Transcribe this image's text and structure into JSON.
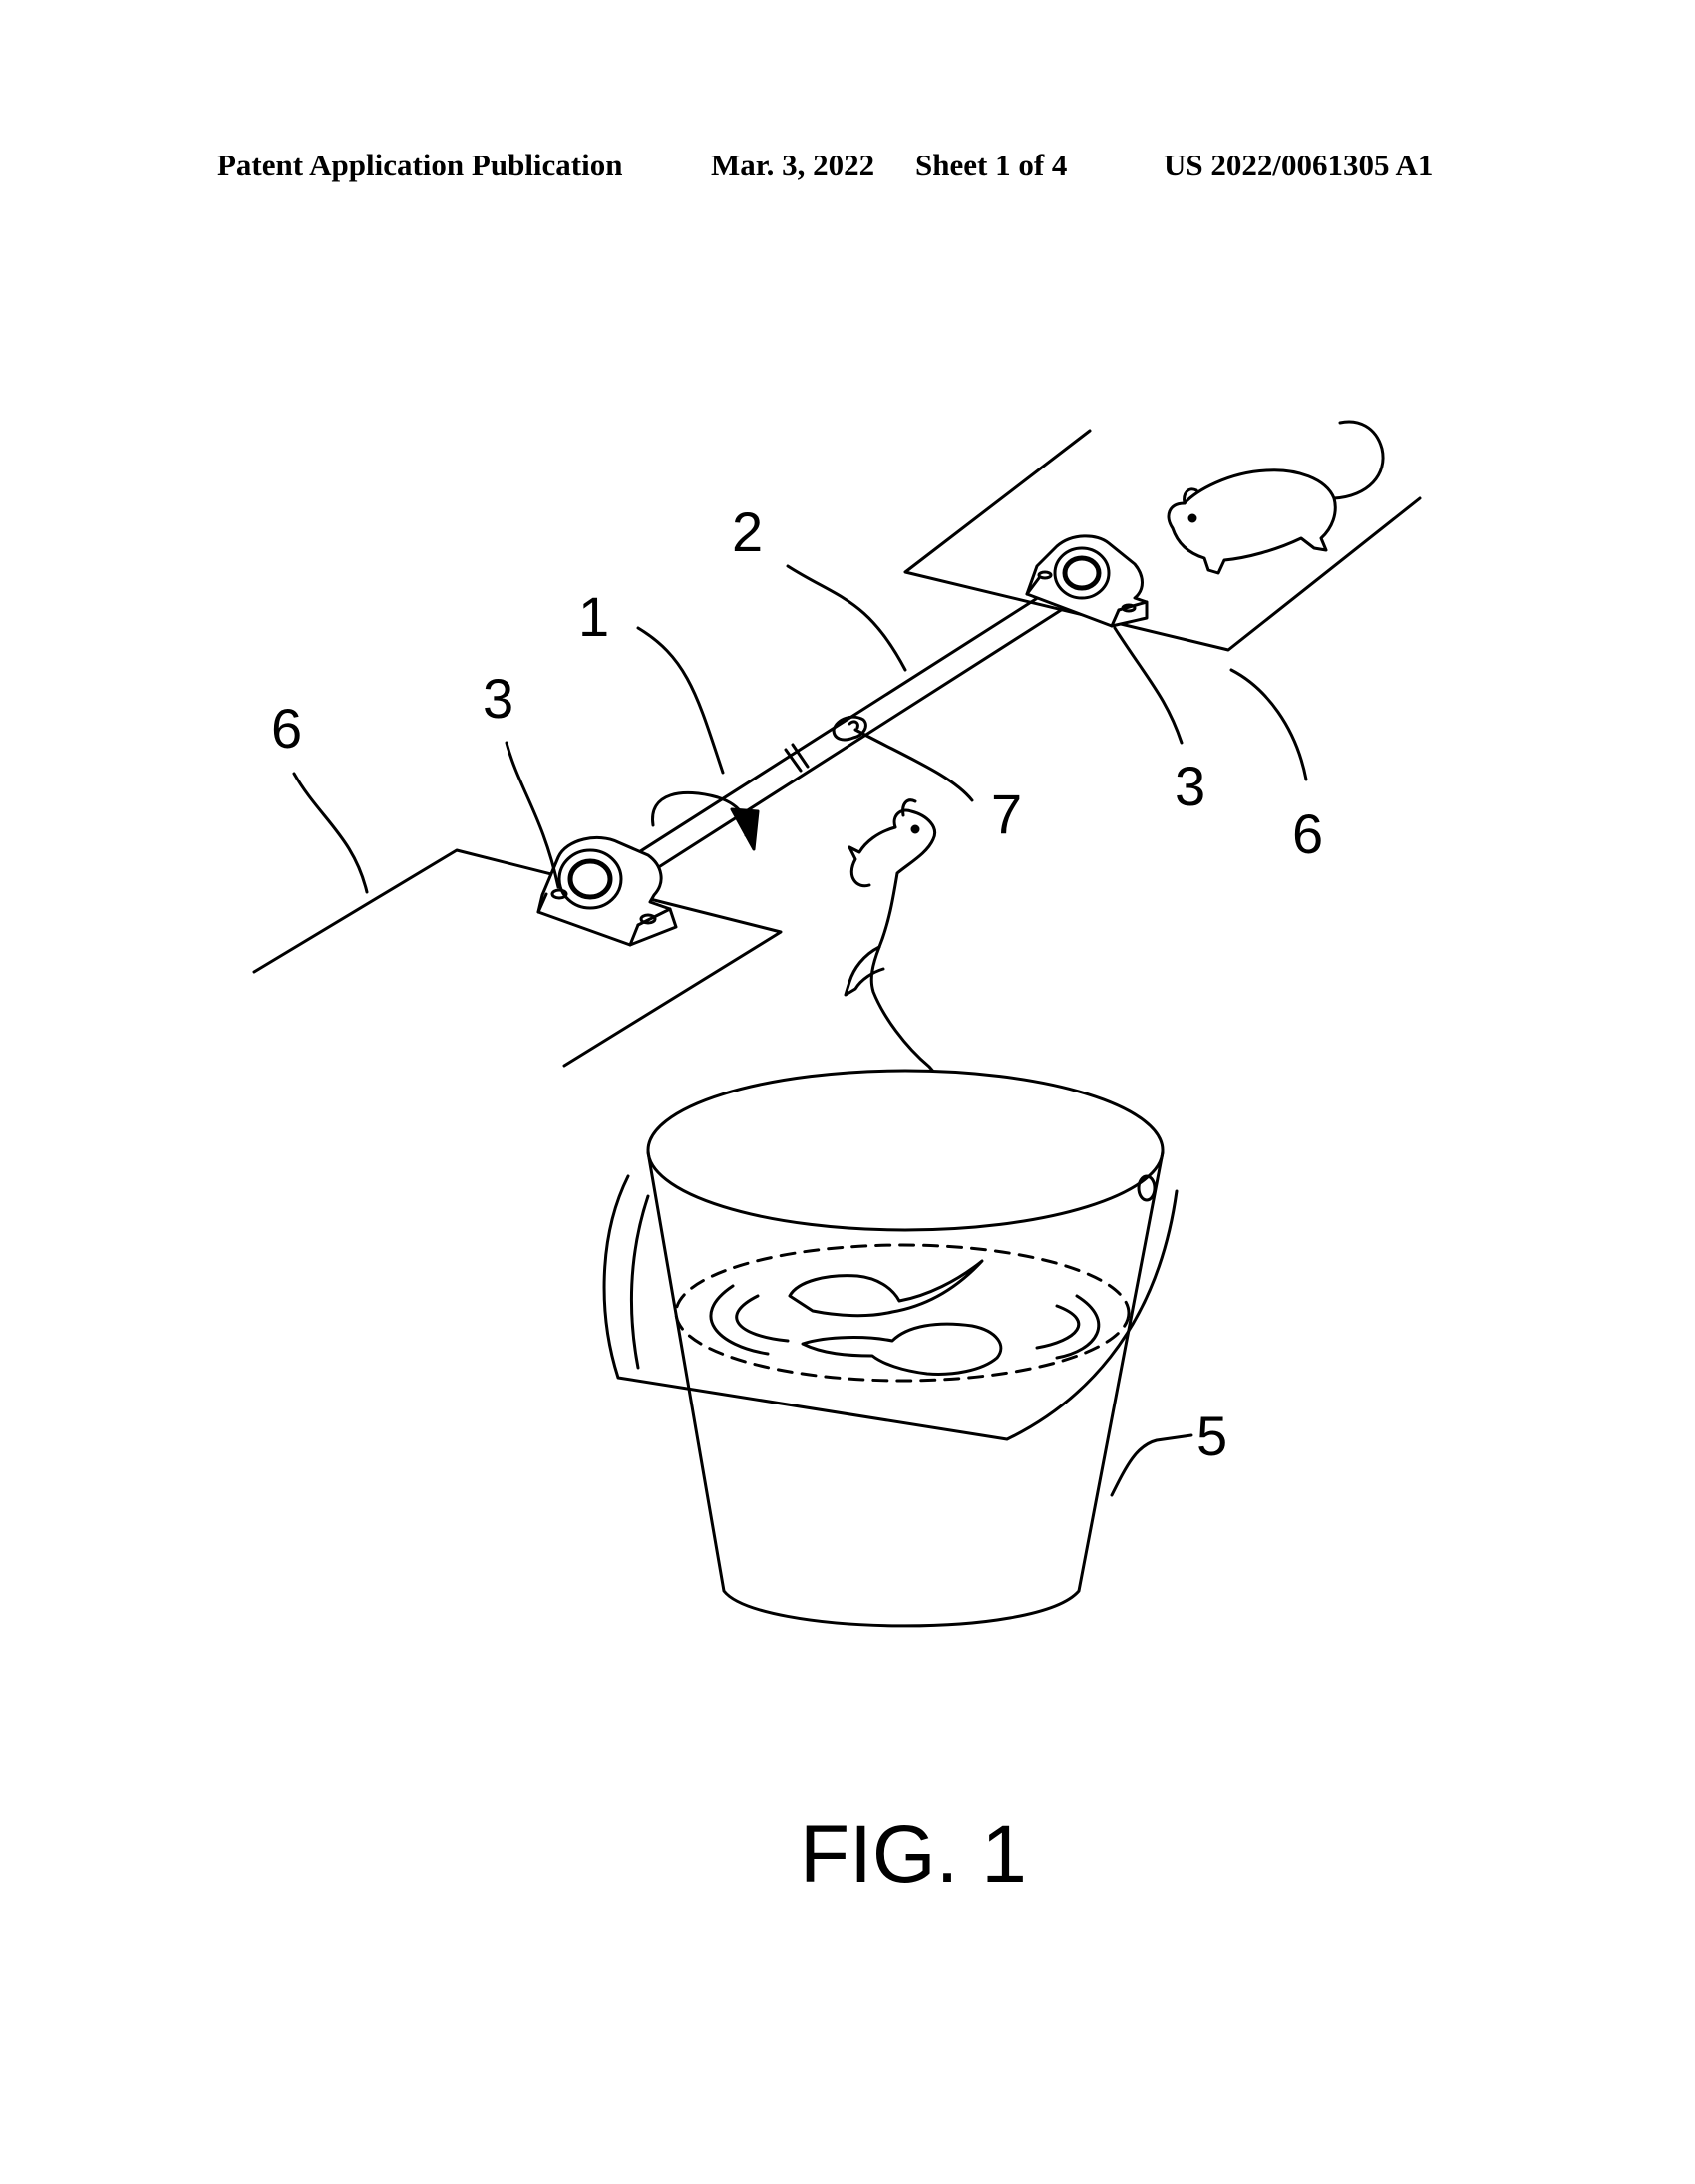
{
  "header": {
    "publication": "Patent Application Publication",
    "date": "Mar. 3, 2022",
    "sheet": "Sheet 1 of 4",
    "number": "US 2022/0061305 A1"
  },
  "labels": {
    "rod": "1",
    "rod_section": "2",
    "bearing_left": "3",
    "bearing_right": "3",
    "bucket": "5",
    "platform_left": "6",
    "platform_right": "6",
    "bait": "7"
  },
  "figure": {
    "caption": "FIG. 1"
  }
}
